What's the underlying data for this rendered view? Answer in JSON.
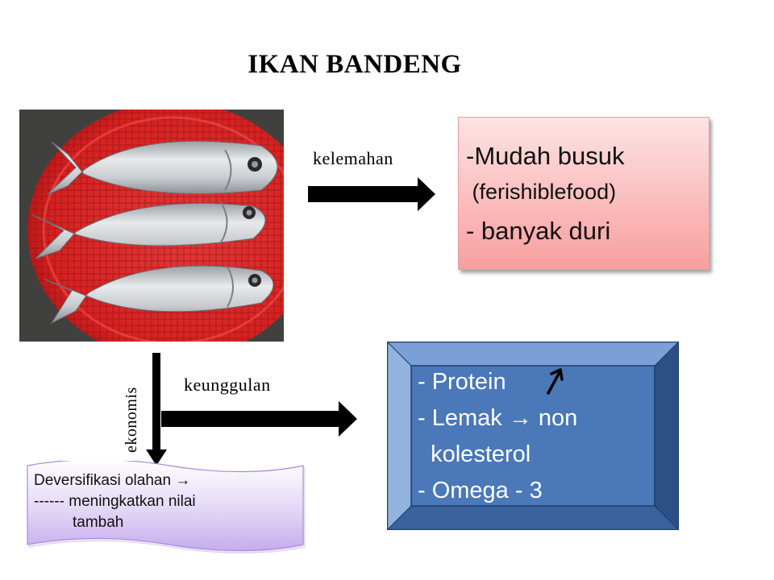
{
  "title": "IKAN BANDENG",
  "arrows": {
    "weakness_label": "kelemahan",
    "strength_label": "keunggulan",
    "economic_label": "ekonomis"
  },
  "weakness_box": {
    "lines": [
      "-Mudah busuk",
      " (ferishiblefood)",
      "- banyak duri"
    ]
  },
  "strength_box": {
    "lines": [
      "- Protein",
      "- Lemak → non",
      "  kolesterol",
      "- Omega - 3"
    ]
  },
  "diversification_box": {
    "line1": "Deversifikasi olahan  →",
    "line2": "------ meningkatkan nilai",
    "line3": "tambah"
  },
  "colors": {
    "weak_box_fill": "#fbbdbd",
    "strong_box_fill": "#4a78b8",
    "div_box_fill": "#d7c4f2"
  },
  "icons": {
    "photo": "milkfish-photo",
    "up_arrow": "up-arrow-icon"
  }
}
